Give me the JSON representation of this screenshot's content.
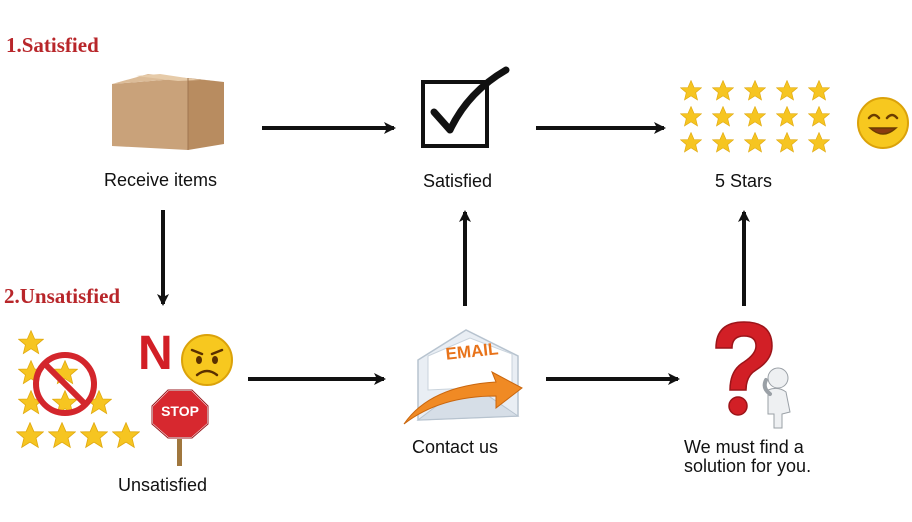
{
  "headings": {
    "satisfied": "1.Satisfied",
    "unsatisfied": "2.Unsatisfied"
  },
  "nodes": {
    "receive": "Receive items",
    "satisfied": "Satisfied",
    "five_stars": "5 Stars",
    "unsatisfied": "Unsatisfied",
    "contact": "Contact us",
    "solution": "We must find a solution for you."
  },
  "icon_text": {
    "email": "EMAIL",
    "stop": "STOP",
    "no_letter": "N"
  },
  "icons": [
    "box-icon",
    "checkbox-icon",
    "stars-icon",
    "smiley-icon",
    "crossed-stars-icon",
    "worried-face-icon",
    "stop-sign-icon",
    "email-icon",
    "question-person-icon"
  ],
  "colors": {
    "heading": "#b8262a",
    "star": "#f6c521",
    "box": "#c9a27a",
    "stop": "#d7282f",
    "question": "#d21f26",
    "email_arrow": "#f08a24"
  }
}
